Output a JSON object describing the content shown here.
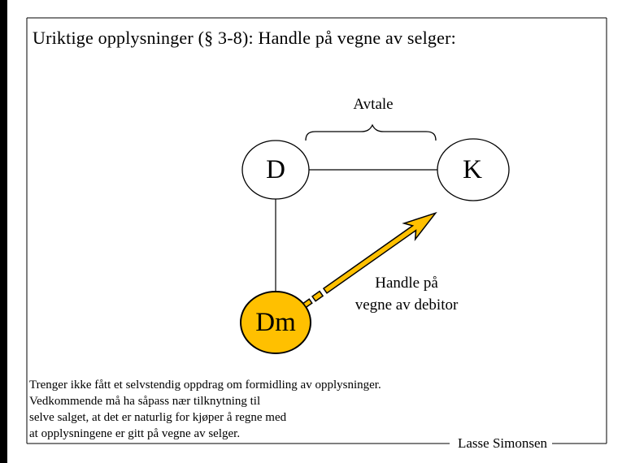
{
  "slide": {
    "title": "Uriktige opplysninger (§ 3-8): Handle på vegne av selger:",
    "diagram": {
      "avtale_label": "Avtale",
      "node_d_label": "D",
      "node_k_label": "K",
      "node_dm_label": "Dm",
      "arrow_label_line1": "Handle på",
      "arrow_label_line2": "vegne av debitor"
    },
    "note_lines": [
      "Trenger ikke fått et selvstendig oppdrag om formidling av opplysninger.",
      "Vedkommende må ha såpass nær tilknytning til",
      "selve salget, at det er naturlig for kjøper å regne med",
      "at opplysningene er gitt på vegne av selger."
    ],
    "footer_author": "Lasse Simonsen",
    "colors": {
      "gold": "#FFC000",
      "ink": "#000000",
      "node_fill": "#FFFFFF"
    }
  }
}
